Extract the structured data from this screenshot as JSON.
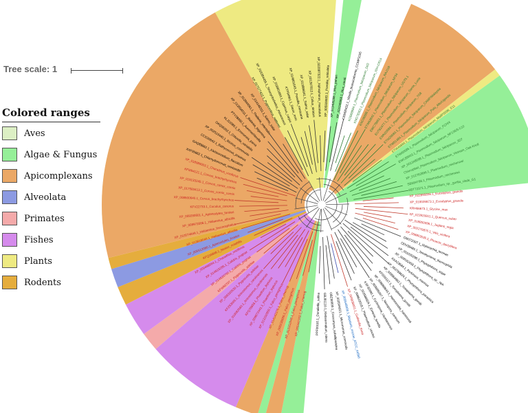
{
  "tree_scale": {
    "label": "Tree scale: 1"
  },
  "legend": {
    "title": "Colored ranges",
    "items": [
      {
        "label": "Aves",
        "color": "#dcefc4"
      },
      {
        "label": "Algae & Fungus",
        "color": "#95ef98"
      },
      {
        "label": "Apicomplexans",
        "color": "#eba866"
      },
      {
        "label": "Alveolata",
        "color": "#8c9ae2"
      },
      {
        "label": "Primates",
        "color": "#f4aaaa"
      },
      {
        "label": "Fishes",
        "color": "#d58bec"
      },
      {
        "label": "Plants",
        "color": "#eeea82"
      },
      {
        "label": "Rodents",
        "color": "#e5ad3d"
      }
    ]
  },
  "tree": {
    "ranges": [
      {
        "group": "Aves",
        "start": 175,
        "end": 272,
        "color": "#dcefc4"
      },
      {
        "group": "Algae & Fungus",
        "start": 95,
        "end": 101,
        "color": "#95ef98"
      },
      {
        "group": "Apicomplexans",
        "start": 101,
        "end": 105,
        "color": "#eba866"
      },
      {
        "group": "Algae & Fungus",
        "start": 105,
        "end": 107,
        "color": "#95ef98"
      },
      {
        "group": "Apicomplexans",
        "start": 107,
        "end": 113,
        "color": "#eba866"
      },
      {
        "group": "Fishes",
        "start": 113,
        "end": 139,
        "color": "#d58bec"
      },
      {
        "group": "Primates",
        "start": 139,
        "end": 144,
        "color": "#f4aaaa"
      },
      {
        "group": "Fishes",
        "start": 144,
        "end": 153,
        "color": "#d58bec"
      },
      {
        "group": "Rodents",
        "start": 153,
        "end": 158,
        "color": "#e5ad3d"
      },
      {
        "group": "Alveolata",
        "start": 158,
        "end": 163,
        "color": "#8c9ae2"
      },
      {
        "group": "Rodents",
        "start": 163,
        "end": 166,
        "color": "#e5ad3d"
      },
      {
        "group": "Apicomplexans",
        "start": 166,
        "end": 241,
        "color": "#eba866"
      },
      {
        "group": "Plants",
        "start": 241,
        "end": 274,
        "color": "#eeea82"
      },
      {
        "group": "Algae & Fungus",
        "start": 276,
        "end": 281,
        "color": "#95ef98"
      },
      {
        "group": "Apicomplexans",
        "start": 294,
        "end": 322,
        "color": "#eba866"
      },
      {
        "group": "Plants",
        "start": 322,
        "end": 324,
        "color": "#eeea82"
      },
      {
        "group": "Algae & Fungus",
        "start": 324,
        "end": 354,
        "color": "#95ef98"
      }
    ],
    "leaves": [
      {
        "label": "XP_005441152.1_Falco_cherrug",
        "color": "#cc2222"
      },
      {
        "label": "XP_013152848.1_Falco_peregrinus",
        "color": "#cc2222"
      },
      {
        "label": "XP_005238880.1_Falco_peregrinus",
        "color": "#cc2222"
      },
      {
        "label": "XP_014142376.1_Falco_cherrug",
        "color": "#cc2222"
      },
      {
        "label": "XP_013152850.1_Falco_peregrinus",
        "color": "#cc2222"
      },
      {
        "label": "XP_009872441.1_Phaethon_lepturus",
        "color": "#cc2222"
      },
      {
        "label": "KFQ78658.1_Phaethon_lepturus",
        "color": "#cc2222"
      },
      {
        "label": "XP_010082560.1_Antrostomus_carolinensis",
        "color": "#cc2222"
      },
      {
        "label": "KFZ53665.1_Antrostomus_carolinensis",
        "color": "#cc2222"
      },
      {
        "label": "XP_009320530.1_Pygoscelis_adeliae",
        "color": "#cc2222"
      },
      {
        "label": "KFW66797.1_Pygoscelis_adeliae",
        "color": "#cc2222"
      },
      {
        "label": "XP_014830700.1_Calidris_pugnax",
        "color": "#cc2222"
      },
      {
        "label": "XP_014815285.1_Calidris_pugnax",
        "color": "#cc2222"
      },
      {
        "label": "XP_009488664.1_Charadrius_vociferus",
        "color": "#cc2222"
      },
      {
        "label": "KFQ16808.1_Nestor_notabilis",
        "color": "#cc2222"
      },
      {
        "label": "XP_005512080.1_Aptenodytes_forsteri",
        "color": "#cc2222"
      },
      {
        "label": "XP_013818040.1_Haliaeetus_albicilla",
        "color": "#cc2222"
      },
      {
        "label": "XP_010574849.1_Haliaeetus_leucocephalus",
        "color": "#cc2222"
      },
      {
        "label": "XP_009972086.1_Haliaeetus_albicilla",
        "color": "#cc2222"
      },
      {
        "label": "XP_009280601.1_Aptenodytes_forsteri",
        "color": "#cc2222"
      },
      {
        "label": "KFV22733.1_Cuculus_canorus",
        "color": "#cc2222"
      },
      {
        "label": "XP_008500640.1_Corvus_brachyrhynchos",
        "color": "#cc2222"
      },
      {
        "label": "XP_017583413.1_Corvus_cornix_cornix",
        "color": "#cc2222"
      },
      {
        "label": "XP_019133245.1_Corvus_cornix_cornix",
        "color": "#cc2222"
      },
      {
        "label": "KFM94121.1_Corvus_brachyrhynchos",
        "color": "#cc2222"
      },
      {
        "label": "XP_018089003.1_Charadrius_vociferus",
        "color": "#cc2222"
      },
      {
        "label": "XXF95662.1_Chlamydomonas_reinhardtii",
        "color": "#000000"
      },
      {
        "label": "GAQ89862.1_Klebsormidium_flaccidum",
        "color": "#000000"
      },
      {
        "label": "CCO20642.1_Bathycoccus_prasinos",
        "color": "#000000"
      },
      {
        "label": "XP_002513440.1_Ricinus_communis",
        "color": "#000000"
      },
      {
        "label": "OAQ06262.1_Chlorella_variabilis",
        "color": "#000000"
      },
      {
        "label": "KLJ11080.1_Emmonsia_parva",
        "color": "#000000"
      },
      {
        "label": "PTY28960.1_Auxenochlorella",
        "color": "#000000"
      },
      {
        "label": "XP_012834511.1_Babesia_bigemina",
        "color": "#000000"
      },
      {
        "label": "XP_012844561.1_Theileria_orientalis",
        "color": "#000000"
      },
      {
        "label": "XP_014148311.1_Salmo_salar",
        "color": "#000000"
      },
      {
        "label": "XP_017577422.1_Pygocentrus_nattereri",
        "color": "#000000"
      },
      {
        "label": "XP_016384455.1_Sinocyclocheilus_rhinocerous",
        "color": "#000000"
      },
      {
        "label": "XP_018961893.1_Cyprinus_carpio",
        "color": "#000000"
      },
      {
        "label": "KTF94961.1_Danio_rerio",
        "color": "#000000"
      },
      {
        "label": "XP_014861643.1_Poecilia_mexicana",
        "color": "#000000"
      },
      {
        "label": "XP_013986041.1_Salmo_salar",
        "color": "#000000"
      },
      {
        "label": "XP_021307812.1_Colius_striatus",
        "color": "#000000"
      },
      {
        "label": "XP_022097322.1_Xiphophorus_maculatus",
        "color": "#000000"
      },
      {
        "label": "XP_005928583.1_Poecilia_reticulata",
        "color": "#000000"
      },
      {
        "label": "XP_013405288.1_Mus_pahari",
        "color": "#000000"
      },
      {
        "label": "XP_021049958.1_Mus_caroli",
        "color": "#000000"
      },
      {
        "label": "CEM00432.1_Vitrella_brassicaformis_CCMP3155",
        "color": "#000000"
      },
      {
        "label": "KOB88884.1_Plasmodium_falciparum_Dd2",
        "color": "#2e7d32"
      },
      {
        "label": "KNG78353.1_Plasmodium_falciparum_IGH-CR14",
        "color": "#2e7d32"
      },
      {
        "label": "KNC06688.1_Plasmodium_falciparum_RAJ116",
        "color": "#2e7d32"
      },
      {
        "label": "ETW63842.1_Plasmodium_falciparum_NF54",
        "color": "#2e7d32"
      },
      {
        "label": "EWC78661.1_Plasmodium_falciparum_UGT5.1",
        "color": "#2e7d32"
      },
      {
        "label": "EUT82477.1_Plasmodium_falciparum_Santa_Lucia",
        "color": "#2e7d32"
      },
      {
        "label": "EWN20586.1_Plasmodium_falciparum_7G8",
        "color": "#2e7d32"
      },
      {
        "label": "ETW29680.1_Plasmodium_falciparum_CAMP/Malaysia",
        "color": "#2e7d32"
      },
      {
        "label": "ETW51484.1_Plasmodium_falciparum_Palo_Alto/Uganda",
        "color": "#2e7d32"
      },
      {
        "label": "ETW46866.1_Plasmodium_falciparum_MaliPS096_E11",
        "color": "#2e7d32"
      },
      {
        "label": "ETW60586.1_Plasmodium_falciparum_FCH/4",
        "color": "#2e7d32"
      },
      {
        "label": "EWC89003.1_Plasmodium_falciparum_NF135/5.C10",
        "color": "#2e7d32"
      },
      {
        "label": "XP_001348098.1_Plasmodium_falciparum_3D7",
        "color": "#2e7d32"
      },
      {
        "label": "Chloroplast_Plasmodium_falciparum_Vietnam_Oak-Knoll",
        "color": "#2e7d32"
      },
      {
        "label": "XP_012762896.1_Plasmodium_reichenowi",
        "color": "#2e7d32"
      },
      {
        "label": "SBS84798.1_Plasmodium_reichenowi",
        "color": "#2e7d32"
      },
      {
        "label": "SBT72371.1_Plasmodium_sp._gorilla_clade_G1",
        "color": "#2e7d32"
      },
      {
        "label": "XP_022895856.1_Eucalyptus_grandis",
        "color": "#cc2222"
      },
      {
        "label": "XP_010028873.1_Eucalyptus_grandis",
        "color": "#cc2222"
      },
      {
        "label": "KRH66673.1_Glycine_max",
        "color": "#cc2222"
      },
      {
        "label": "XP_023920811.1_Quercus_suber",
        "color": "#cc2222"
      },
      {
        "label": "XP_018850096.1_Juglans_regia",
        "color": "#cc2222"
      },
      {
        "label": "XP_002276876.1_Vitis_vinifera",
        "color": "#cc2222"
      },
      {
        "label": "XP_008803035.1_Phoenix_dactylifera",
        "color": "#cc2222"
      },
      {
        "label": "OMJ72397.1_Stylonychia_lemnae",
        "color": "#000000"
      },
      {
        "label": "ODV38485.1_Tetrahymena_thermophila",
        "color": "#000000"
      },
      {
        "label": "XP_001030298.1_Phytophthora_sojae",
        "color": "#000000"
      },
      {
        "label": "XP_009532458.1_Phytophthora_sp._NIA",
        "color": "#000000"
      },
      {
        "label": "KXA23684.1_Perkinsus_marinus",
        "color": "#000000"
      },
      {
        "label": "XP_002768624.1_Phytophthora_parasitica",
        "color": "#000000"
      },
      {
        "label": "XP_028964962.1_Toxoplasma_gondii",
        "color": "#000000"
      },
      {
        "label": "KFG55117.1_Toxoplasma_gondii",
        "color": "#000000"
      },
      {
        "label": "XP_008888640.1_Hammondia_hammondi",
        "color": "#000000"
      },
      {
        "label": "XP_003885047.1_Neospora_caninum",
        "color": "#000000"
      },
      {
        "label": "KXF30990.1_Cyclospora_cayetanensis",
        "color": "#000000"
      },
      {
        "label": "XP_022588924.1_Eimeria_tenella",
        "color": "#000000"
      },
      {
        "label": "XP_008622018.1_Plasmodium_vinckei",
        "color": "#000000"
      },
      {
        "label": "XP_005838001.1_Guillardia_theta",
        "color": "#cc2222"
      },
      {
        "label": "XP_005648000.1_Bipolaris_oryzae_ATCC_44560",
        "color": "#1565c0"
      },
      {
        "label": "XP_002504021.1_Micromonas_commoda",
        "color": "#000000"
      },
      {
        "label": "OBZ90000.1_Coccomyxa_subellipsoidea",
        "color": "#000000"
      },
      {
        "label": "GBJ81110.1_Klebsormidium_nitens",
        "color": "#000000"
      },
      {
        "label": "PPF00110.1_Dunaliella_salina",
        "color": "#000000"
      }
    ]
  }
}
